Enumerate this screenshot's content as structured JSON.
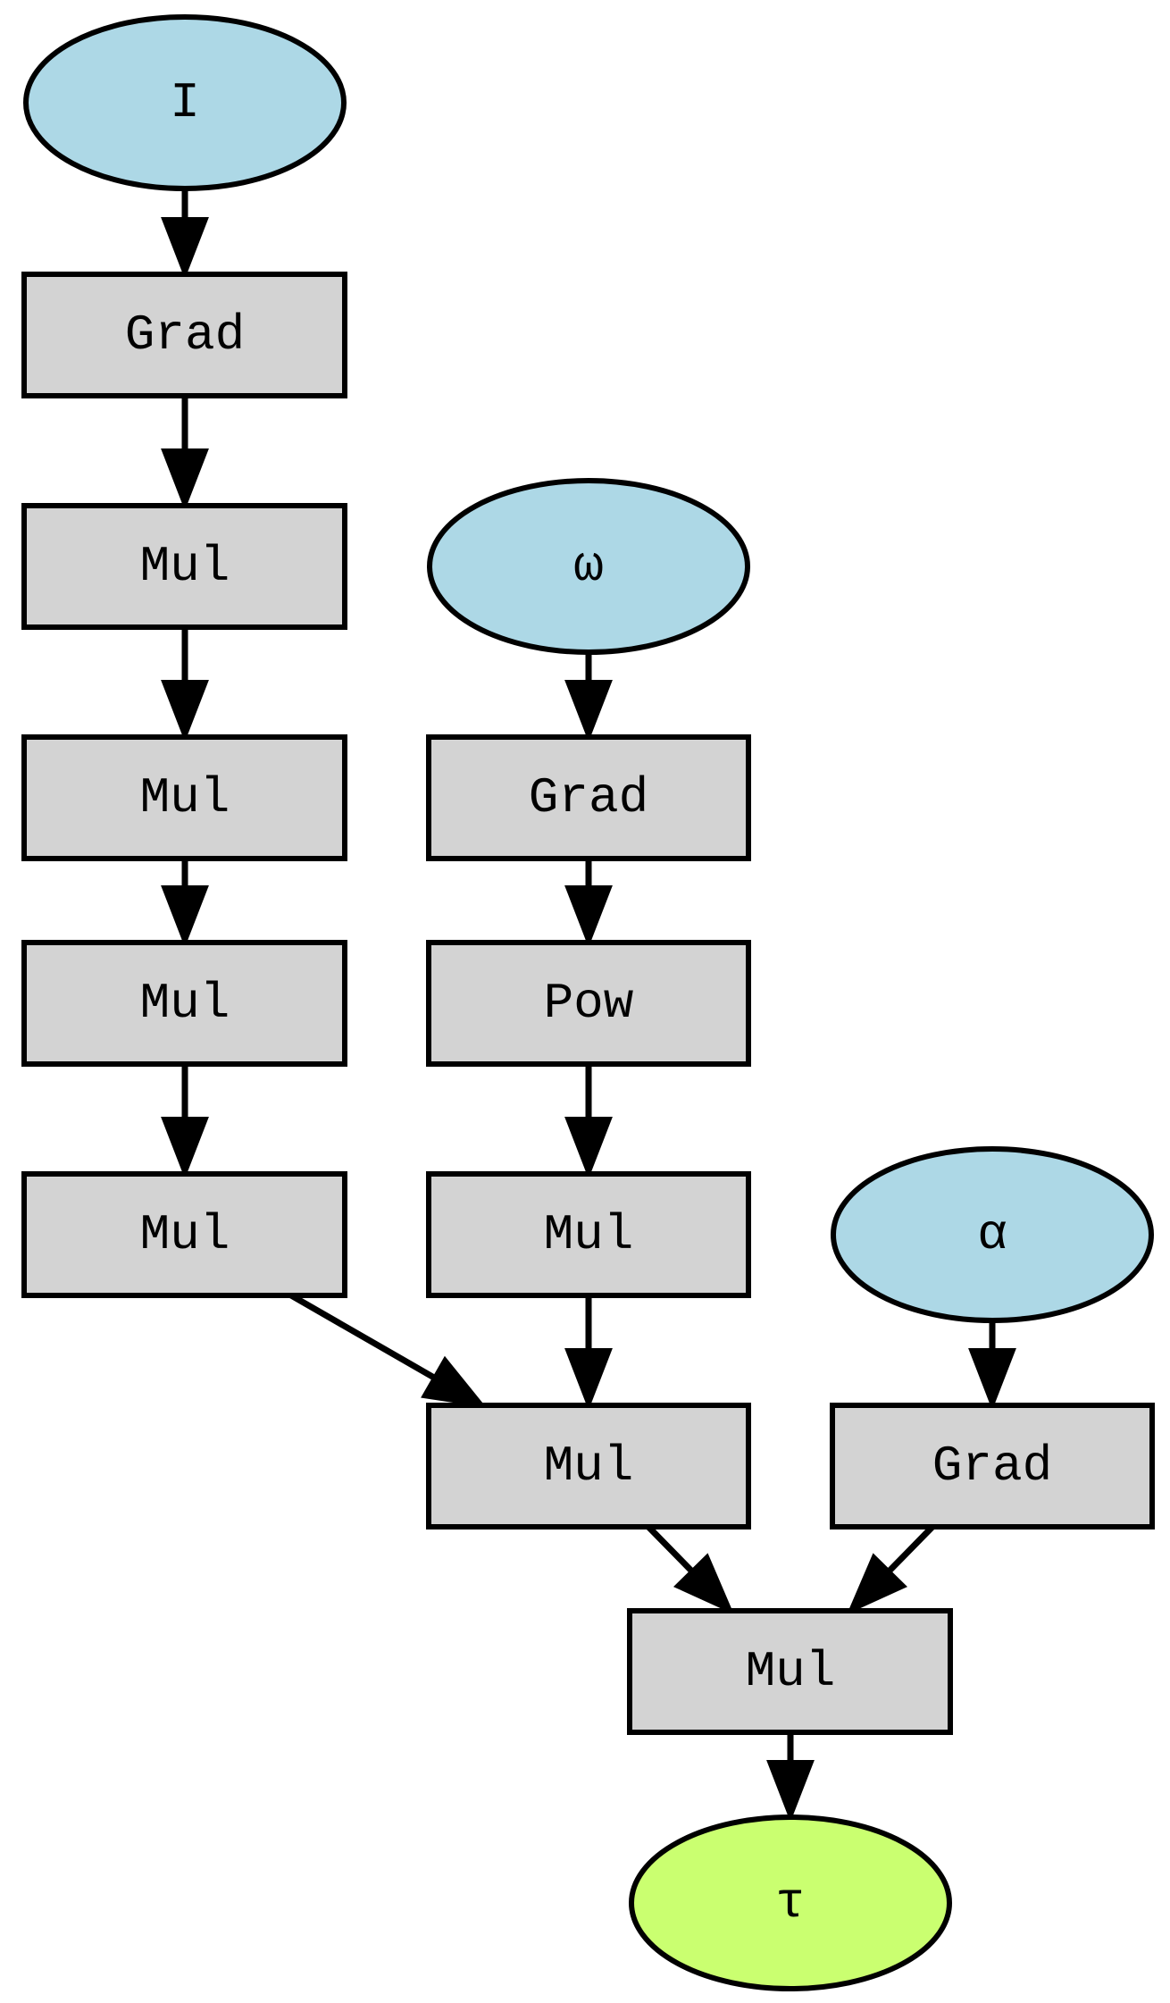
{
  "colors": {
    "input_fill": "#add8e6",
    "output_fill": "#caff70",
    "op_fill": "#d3d3d3",
    "stroke": "#000000"
  },
  "nodes": {
    "input_I": {
      "label": "I",
      "kind": "input"
    },
    "grad_1": {
      "label": "Grad",
      "kind": "op"
    },
    "mul_1": {
      "label": "Mul",
      "kind": "op"
    },
    "mul_2": {
      "label": "Mul",
      "kind": "op"
    },
    "mul_3": {
      "label": "Mul",
      "kind": "op"
    },
    "mul_4": {
      "label": "Mul",
      "kind": "op"
    },
    "input_omega": {
      "label": "ω",
      "kind": "input"
    },
    "grad_2": {
      "label": "Grad",
      "kind": "op"
    },
    "pow_1": {
      "label": "Pow",
      "kind": "op"
    },
    "mul_5": {
      "label": "Mul",
      "kind": "op"
    },
    "mul_6": {
      "label": "Mul",
      "kind": "op"
    },
    "input_alpha": {
      "label": "α",
      "kind": "input"
    },
    "grad_3": {
      "label": "Grad",
      "kind": "op"
    },
    "mul_7": {
      "label": "Mul",
      "kind": "op"
    },
    "output_tau": {
      "label": "τ",
      "kind": "output"
    }
  },
  "edges": [
    [
      "input_I",
      "grad_1"
    ],
    [
      "grad_1",
      "mul_1"
    ],
    [
      "mul_1",
      "mul_2"
    ],
    [
      "mul_2",
      "mul_3"
    ],
    [
      "mul_3",
      "mul_4"
    ],
    [
      "mul_4",
      "mul_6"
    ],
    [
      "input_omega",
      "grad_2"
    ],
    [
      "grad_2",
      "pow_1"
    ],
    [
      "pow_1",
      "mul_5"
    ],
    [
      "mul_5",
      "mul_6"
    ],
    [
      "input_alpha",
      "grad_3"
    ],
    [
      "mul_6",
      "mul_7"
    ],
    [
      "grad_3",
      "mul_7"
    ],
    [
      "mul_7",
      "output_tau"
    ]
  ]
}
